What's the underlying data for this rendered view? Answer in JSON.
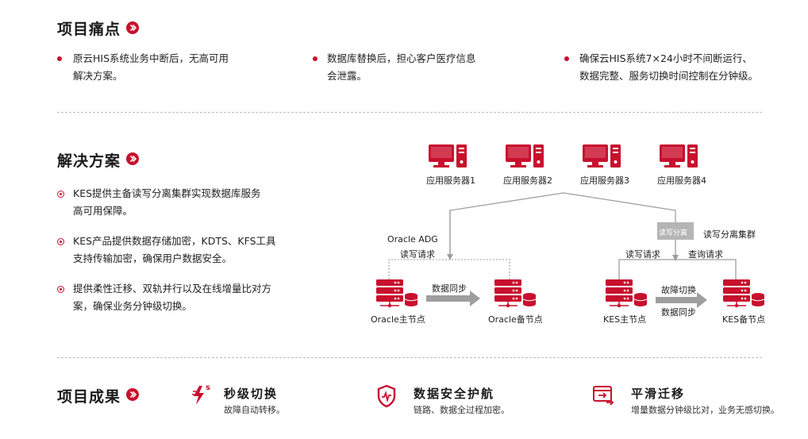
{
  "pain": {
    "title": "项目痛点",
    "items": [
      {
        "l1": "原云HIS系统业务中断后，无高可用",
        "l2": "解决方案。"
      },
      {
        "l1": "数据库替换后，担心客户医疗信息",
        "l2": "会泄露。"
      },
      {
        "l1": "确保云HIS系统7×24小时不间断运行、",
        "l2": "数据完整、服务切换时间控制在分钟级。"
      }
    ]
  },
  "solution": {
    "title": "解决方案",
    "items": [
      {
        "l1": "KES提供主备读写分离集群实现数据库服务",
        "l2": "高可用保障。"
      },
      {
        "l1": "KES产品提供数据存储加密，KDTS、KFS工具",
        "l2": "支持传输加密，确保用户数据安全。"
      },
      {
        "l1": "提供柔性迁移、双轨并行以及在线增量比对方",
        "l2": "案，确保业务分钟级切换。"
      }
    ]
  },
  "diagram": {
    "servers": [
      "应用服务器1",
      "应用服务器2",
      "应用服务器3",
      "应用服务器4"
    ],
    "oracle_adg": "Oracle ADG",
    "rw_request_left": "读写请求",
    "sync_left": "数据同步",
    "oracle_primary": "Oracle主节点",
    "oracle_standby": "Oracle备节点",
    "rw_split_box": "读写分离",
    "rw_cluster": "读写分离集群",
    "rw_request_right": "读写请求",
    "query_request": "查询请求",
    "failover": "故障切换",
    "sync_right": "数据同步",
    "kes_primary": "KES主节点",
    "kes_standby": "KES备节点"
  },
  "results": {
    "title": "项目成果",
    "items": [
      {
        "icon": "lightning-icon",
        "badge": "s",
        "title": "秒级切换",
        "sub": "故障自动转移。"
      },
      {
        "icon": "shield-icon",
        "title": "数据安全护航",
        "sub": "链路、数据全过程加密。"
      },
      {
        "icon": "migrate-icon",
        "title": "平滑迁移",
        "sub": "增量数据分钟级比对，业务无感切换。"
      }
    ]
  },
  "colors": {
    "accent": "#c8102e",
    "grey": "#9e9e9e",
    "dash": "#bdbdbd"
  }
}
